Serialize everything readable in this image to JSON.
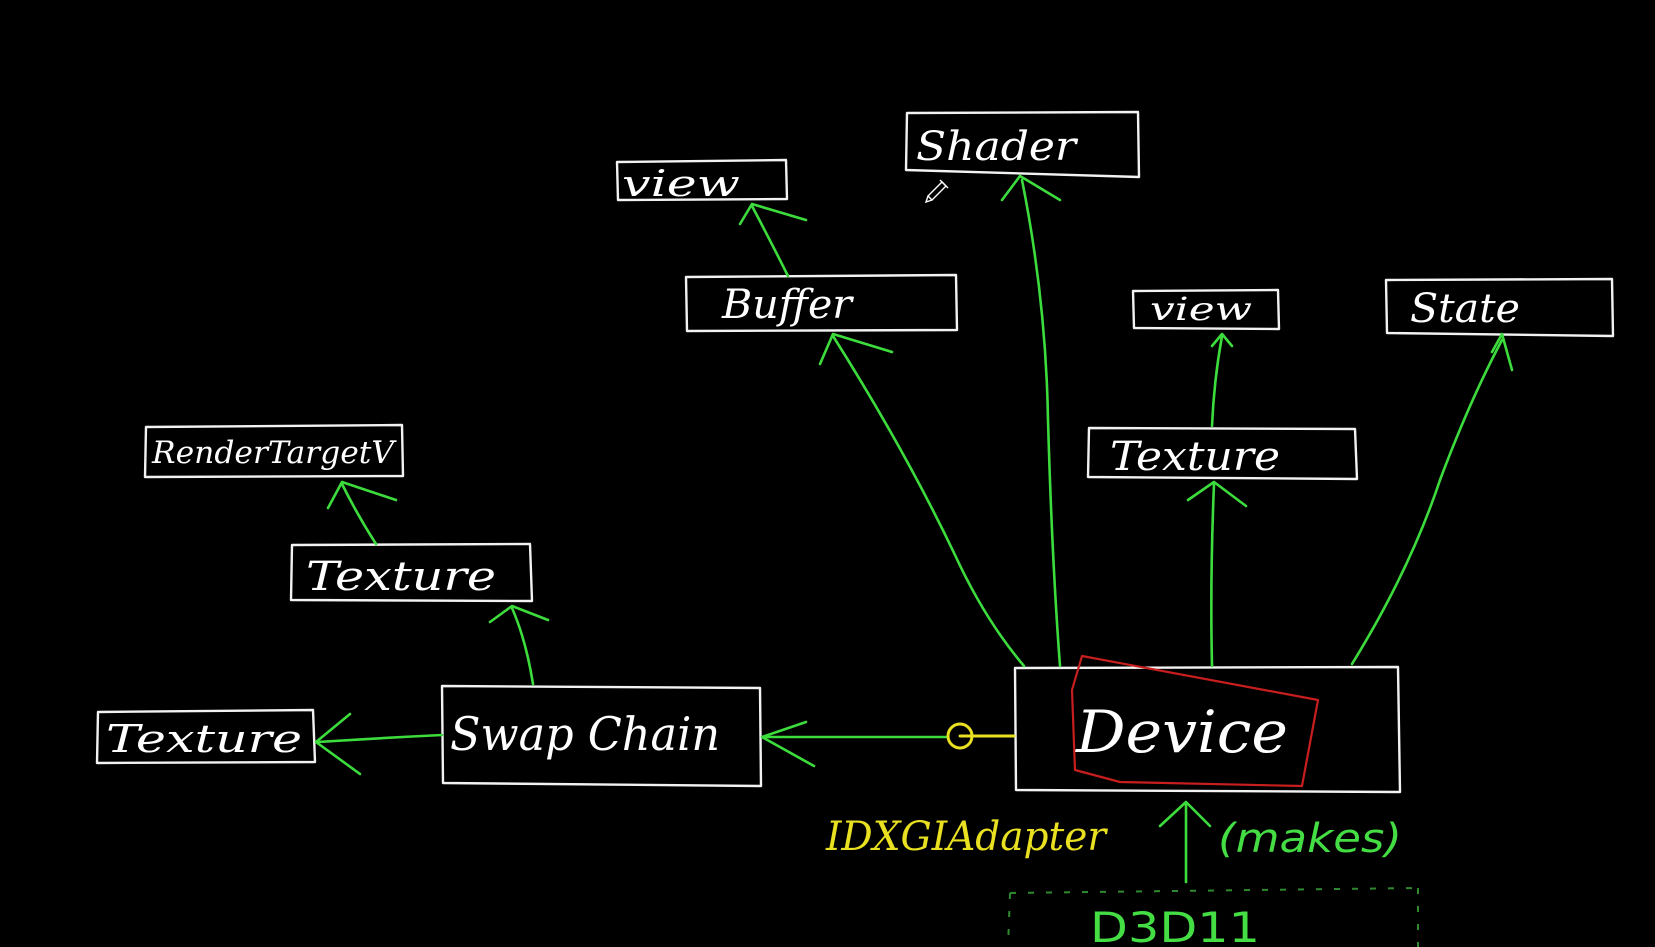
{
  "nodes": {
    "render_target_view": "RenderTargetV",
    "texture_swap_top": "Texture",
    "texture_left": "Texture",
    "swap_chain": "Swap Chain",
    "view_buffer": "view",
    "buffer": "Buffer",
    "shader": "Shader",
    "view_texture": "view",
    "texture_device": "Texture",
    "state": "State",
    "device": "Device",
    "d3d11": "D3D11"
  },
  "annotations": {
    "idxgi_adapter": "IDXGIAdapter",
    "makes": "(makes)"
  },
  "colors": {
    "background": "#000000",
    "box_stroke": "#f2f2f2",
    "arrow": "#3ddc3d",
    "adapter": "#e8e020",
    "highlight": "#c81e1e"
  },
  "icons": {
    "cursor": "pen-cursor-icon"
  }
}
